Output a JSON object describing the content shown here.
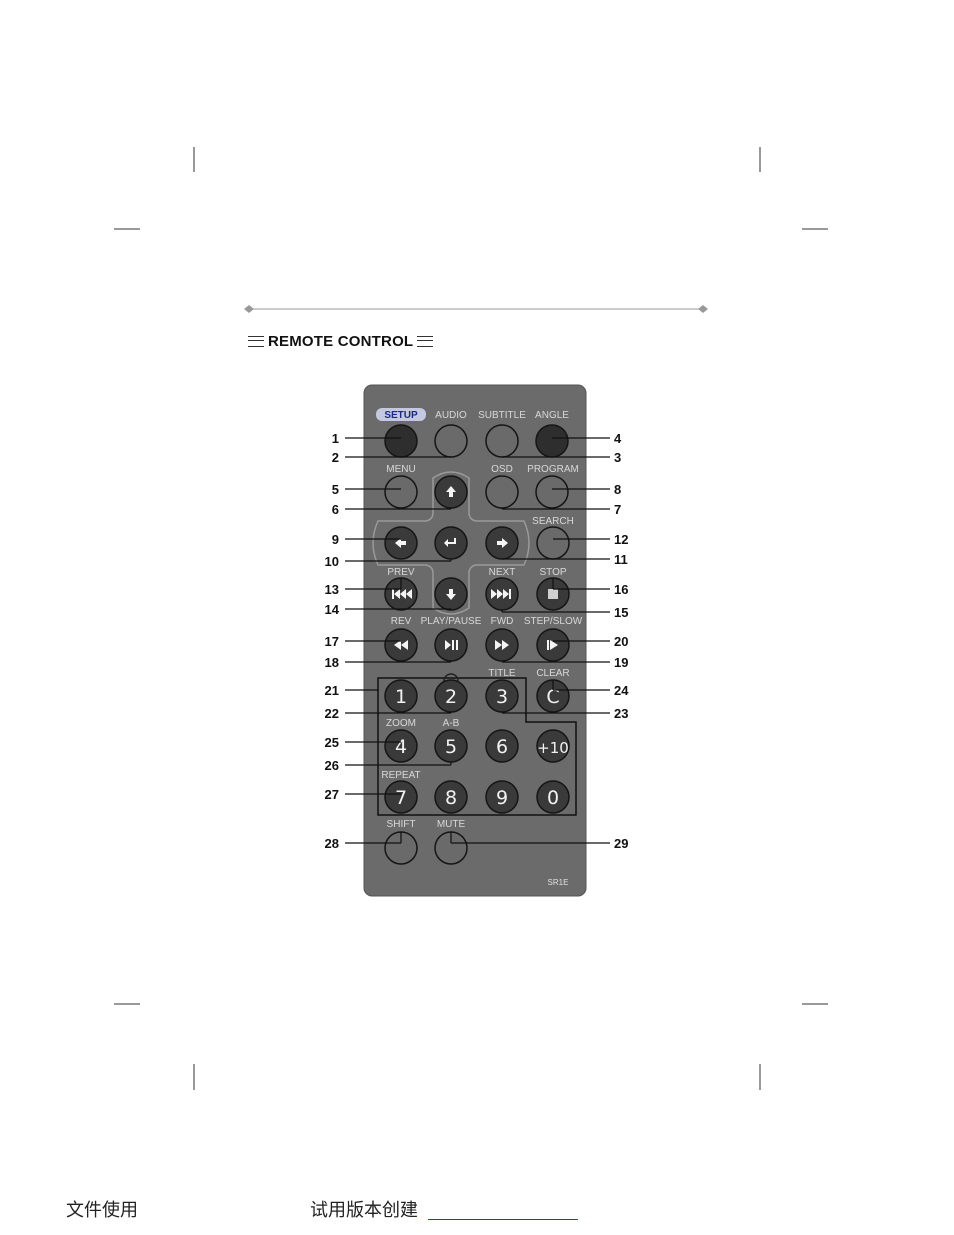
{
  "heading": "REMOTE CONTROL",
  "model": "SR1E",
  "footer": {
    "left": "文件使用",
    "right": "试用版本创建"
  },
  "colors": {
    "body": "#6b6b6b",
    "button": "#3a3a3a",
    "button_ring": "#1a1a1a",
    "label": "#d8d8d8",
    "setup_badge": "#c4c8e0",
    "setup_text": "#1a2a8a"
  },
  "labels": {
    "setup": "SETUP",
    "audio": "AUDIO",
    "subtitle": "SUBTITLE",
    "angle": "ANGLE",
    "menu": "MENU",
    "osd": "OSD",
    "program": "PROGRAM",
    "search": "SEARCH",
    "prev": "PREV",
    "next": "NEXT",
    "stop": "STOP",
    "rev": "REV",
    "play_pause": "PLAY/PAUSE",
    "fwd": "FWD",
    "step_slow": "STEP/SLOW",
    "title": "TITLE",
    "clear": "CLEAR",
    "zoom": "ZOOM",
    "ab": "A-B",
    "repeat": "REPEAT",
    "shift": "SHIFT",
    "mute": "MUTE"
  },
  "digits": [
    "1",
    "2",
    "3",
    "C",
    "4",
    "5",
    "6",
    "+10",
    "7",
    "8",
    "9",
    "0"
  ],
  "callouts": [
    "1",
    "2",
    "3",
    "4",
    "5",
    "6",
    "7",
    "8",
    "9",
    "10",
    "11",
    "12",
    "13",
    "14",
    "15",
    "16",
    "17",
    "18",
    "19",
    "20",
    "21",
    "22",
    "23",
    "24",
    "25",
    "26",
    "27",
    "28",
    "29"
  ]
}
